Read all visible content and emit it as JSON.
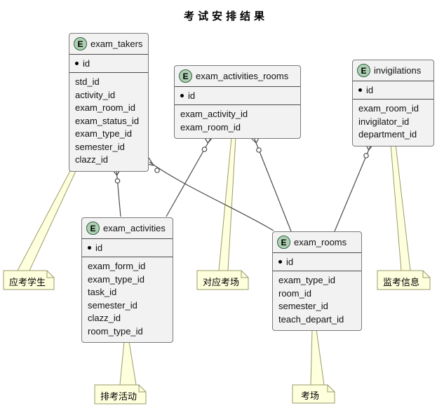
{
  "title": "考试安排结果",
  "colors": {
    "entity_fill": "#f2f2f2",
    "entity_border": "#7a7a7a",
    "badge_fill": "#ADD1B2",
    "badge_border": "#355e41",
    "note_fill": "#feffdd",
    "note_border": "#9b9b6b",
    "line": "#4a4a4a"
  },
  "entities": {
    "exam_takers": {
      "badge": "E",
      "name": "exam_takers",
      "key": "id",
      "fields": [
        "std_id",
        "activity_id",
        "exam_room_id",
        "exam_status_id",
        "exam_type_id",
        "semester_id",
        "clazz_id"
      ]
    },
    "exam_activities_rooms": {
      "badge": "E",
      "name": "exam_activities_rooms",
      "key": "id",
      "fields": [
        "exam_activity_id",
        "exam_room_id"
      ]
    },
    "invigilations": {
      "badge": "E",
      "name": "invigilations",
      "key": "id",
      "fields": [
        "exam_room_id",
        "invigilator_id",
        "department_id"
      ]
    },
    "exam_activities": {
      "badge": "E",
      "name": "exam_activities",
      "key": "id",
      "fields": [
        "exam_form_id",
        "exam_type_id",
        "task_id",
        "semester_id",
        "clazz_id",
        "room_type_id"
      ]
    },
    "exam_rooms": {
      "badge": "E",
      "name": "exam_rooms",
      "key": "id",
      "fields": [
        "exam_type_id",
        "room_id",
        "semester_id",
        "teach_depart_id"
      ]
    }
  },
  "notes": {
    "students": {
      "text": "应考学生",
      "target": "exam_takers"
    },
    "mapped_rooms": {
      "text": "对应考场",
      "target": "exam_activities_rooms"
    },
    "invigilation_info": {
      "text": "监考信息",
      "target": "invigilations"
    },
    "scheduling_activity": {
      "text": "排考活动",
      "target": "exam_activities"
    },
    "exam_room": {
      "text": "考场",
      "target": "exam_rooms"
    }
  },
  "relations": [
    {
      "from": "exam_takers",
      "to": "exam_activities",
      "from_marker": "zero-or-many"
    },
    {
      "from": "exam_takers",
      "to": "exam_rooms",
      "from_marker": "zero-or-many"
    },
    {
      "from": "exam_activities_rooms",
      "to": "exam_activities",
      "from_marker": "zero-or-many"
    },
    {
      "from": "exam_activities_rooms",
      "to": "exam_rooms",
      "from_marker": "zero-or-many"
    },
    {
      "from": "invigilations",
      "to": "exam_rooms",
      "from_marker": "zero-or-many"
    }
  ]
}
